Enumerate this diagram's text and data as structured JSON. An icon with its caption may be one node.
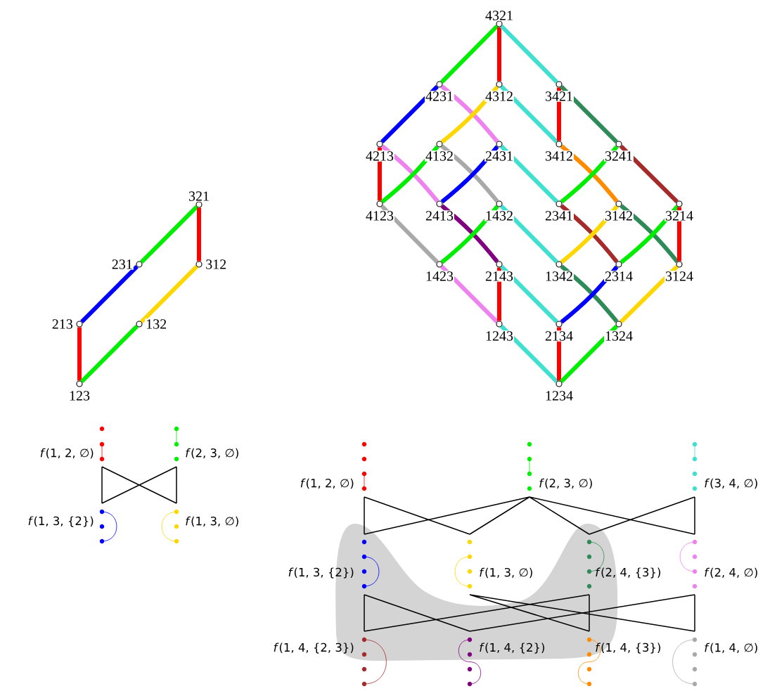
{
  "diagram": {
    "nodes": [
      {
        "text": [],
        "shape": "circle",
        "beside": [
          "321"
        ]
      },
      {
        "text": [],
        "shape": "circle",
        "beside": [
          "231"
        ]
      },
      {
        "text": [],
        "shape": "circle",
        "beside": [
          "312"
        ]
      },
      {
        "text": [],
        "shape": "circle",
        "beside": [
          "213"
        ]
      },
      {
        "text": [],
        "shape": "circle",
        "beside": [
          "132"
        ]
      },
      {
        "text": [],
        "shape": "circle",
        "beside": [
          "123"
        ]
      },
      {
        "text": [],
        "shape": "circle",
        "beside": [
          "4321"
        ]
      },
      {
        "text": [],
        "shape": "circle",
        "beside": [
          "4231"
        ]
      },
      {
        "text": [],
        "shape": "circle",
        "beside": [
          "4312"
        ]
      },
      {
        "text": [],
        "shape": "circle",
        "beside": [
          "3421"
        ]
      },
      {
        "text": [],
        "shape": "circle",
        "beside": [
          "4213"
        ]
      },
      {
        "text": [],
        "shape": "circle",
        "beside": [
          "4132"
        ]
      },
      {
        "text": [],
        "shape": "circle",
        "beside": [
          "2431"
        ]
      },
      {
        "text": [],
        "shape": "circle",
        "beside": [
          "3412"
        ]
      },
      {
        "text": [],
        "shape": "circle",
        "beside": [
          "3241"
        ]
      },
      {
        "text": [],
        "shape": "circle",
        "beside": [
          "4123"
        ]
      },
      {
        "text": [],
        "shape": "circle",
        "beside": [
          "2413"
        ]
      },
      {
        "text": [],
        "shape": "circle",
        "beside": [
          "1432"
        ]
      },
      {
        "text": [],
        "shape": "circle",
        "beside": [
          "2341"
        ]
      },
      {
        "text": [],
        "shape": "circle",
        "beside": [
          "3142"
        ]
      },
      {
        "text": [],
        "shape": "circle",
        "beside": [
          "3214"
        ]
      },
      {
        "text": [],
        "shape": "circle",
        "beside": [
          "1423"
        ]
      },
      {
        "text": [],
        "shape": "circle",
        "beside": [
          "2143"
        ]
      },
      {
        "text": [],
        "shape": "circle",
        "beside": [
          "1342"
        ]
      },
      {
        "text": [],
        "shape": "circle",
        "beside": [
          "2314"
        ]
      },
      {
        "text": [],
        "shape": "circle",
        "beside": [
          "3124"
        ]
      },
      {
        "text": [],
        "shape": "circle",
        "beside": [
          "1243"
        ]
      },
      {
        "text": [],
        "shape": "circle",
        "beside": [
          "2134"
        ]
      },
      {
        "text": [],
        "shape": "circle",
        "beside": [
          "1324"
        ]
      },
      {
        "text": [],
        "shape": "circle",
        "beside": [
          "1234"
        ]
      }
    ],
    "edges": [
      {
        "from": 0,
        "to": 1,
        "arrow": "none",
        "color": "#00ee00"
      },
      {
        "from": 0,
        "to": 2,
        "arrow": "none",
        "color": "#ff0000"
      },
      {
        "from": 1,
        "to": 3,
        "arrow": "none",
        "color": "#0000ff"
      },
      {
        "from": 2,
        "to": 4,
        "arrow": "none",
        "color": "#ffd700"
      },
      {
        "from": 3,
        "to": 5,
        "arrow": "none",
        "color": "#ff0000"
      },
      {
        "from": 4,
        "to": 5,
        "arrow": "none",
        "color": "#00ee00"
      },
      {
        "from": 6,
        "to": 7,
        "arrow": "none",
        "color": "#00ee00"
      },
      {
        "from": 6,
        "to": 8,
        "arrow": "none",
        "color": "#ff0000"
      },
      {
        "from": 6,
        "to": 9,
        "arrow": "none",
        "color": "#40e0d0"
      },
      {
        "from": 7,
        "to": 10,
        "arrow": "none",
        "color": "#0000ff"
      },
      {
        "from": 7,
        "to": 12,
        "arrow": "none",
        "color": "#ee82ee"
      },
      {
        "from": 8,
        "to": 11,
        "arrow": "none",
        "color": "#ffd700"
      },
      {
        "from": 8,
        "to": 13,
        "arrow": "none",
        "color": "#40e0d0"
      },
      {
        "from": 9,
        "to": 13,
        "arrow": "none",
        "color": "#ff0000"
      },
      {
        "from": 9,
        "to": 14,
        "arrow": "none",
        "color": "#2e8b57"
      },
      {
        "from": 10,
        "to": 15,
        "arrow": "none",
        "color": "#ff0000"
      },
      {
        "from": 10,
        "to": 16,
        "arrow": "none",
        "color": "#ee82ee"
      },
      {
        "from": 11,
        "to": 15,
        "arrow": "none",
        "color": "#00ee00"
      },
      {
        "from": 11,
        "to": 17,
        "arrow": "none",
        "color": "#a9a9a9"
      },
      {
        "from": 12,
        "to": 16,
        "arrow": "none",
        "color": "#0000ff"
      },
      {
        "from": 12,
        "to": 18,
        "arrow": "none",
        "color": "#40e0d0"
      },
      {
        "from": 13,
        "to": 19,
        "arrow": "none",
        "color": "#ff8c00"
      },
      {
        "from": 14,
        "to": 18,
        "arrow": "none",
        "color": "#00ee00"
      },
      {
        "from": 14,
        "to": 20,
        "arrow": "none",
        "color": "#a52a2a"
      },
      {
        "from": 15,
        "to": 21,
        "arrow": "none",
        "color": "#a9a9a9"
      },
      {
        "from": 16,
        "to": 22,
        "arrow": "none",
        "color": "#800080"
      },
      {
        "from": 17,
        "to": 21,
        "arrow": "none",
        "color": "#00ee00"
      },
      {
        "from": 17,
        "to": 23,
        "arrow": "none",
        "color": "#40e0d0"
      },
      {
        "from": 18,
        "to": 24,
        "arrow": "none",
        "color": "#a52a2a"
      },
      {
        "from": 19,
        "to": 23,
        "arrow": "none",
        "color": "#ffd700"
      },
      {
        "from": 19,
        "to": 25,
        "arrow": "none",
        "color": "#2e8b57"
      },
      {
        "from": 20,
        "to": 24,
        "arrow": "none",
        "color": "#00ee00"
      },
      {
        "from": 20,
        "to": 25,
        "arrow": "none",
        "color": "#ff0000"
      },
      {
        "from": 21,
        "to": 26,
        "arrow": "none",
        "color": "#ee82ee"
      },
      {
        "from": 22,
        "to": 26,
        "arrow": "none",
        "color": "#ff0000"
      },
      {
        "from": 22,
        "to": 27,
        "arrow": "none",
        "color": "#40e0d0"
      },
      {
        "from": 23,
        "to": 28,
        "arrow": "none",
        "color": "#2e8b57"
      },
      {
        "from": 24,
        "to": 27,
        "arrow": "none",
        "color": "#0000ff"
      },
      {
        "from": 25,
        "to": 28,
        "arrow": "none",
        "color": "#ffd700"
      },
      {
        "from": 26,
        "to": 29,
        "arrow": "none",
        "color": "#40e0d0"
      },
      {
        "from": 27,
        "to": 29,
        "arrow": "none",
        "color": "#ff0000"
      },
      {
        "from": 28,
        "to": 29,
        "arrow": "none",
        "color": "#00ee00"
      }
    ],
    "labels": [
      "*f*(1, 2, ∅)",
      "*f*(2, 3, ∅)",
      "*f*(1, 3, {2})",
      "*f*(1, 3, ∅)",
      "*f*(1, 2, ∅)",
      "*f*(2, 3, ∅)",
      "*f*(3, 4, ∅)",
      "*f*(1, 3, {2})",
      "*f*(1, 3, ∅)",
      "*f*(2, 4, {3})",
      "*f*(2, 4, ∅)",
      "*f*(1, 4, {2, 3})",
      "*f*(1, 4, {2})",
      "*f*(1, 4, {3})",
      "*f*(1, 4, ∅)"
    ]
  }
}
